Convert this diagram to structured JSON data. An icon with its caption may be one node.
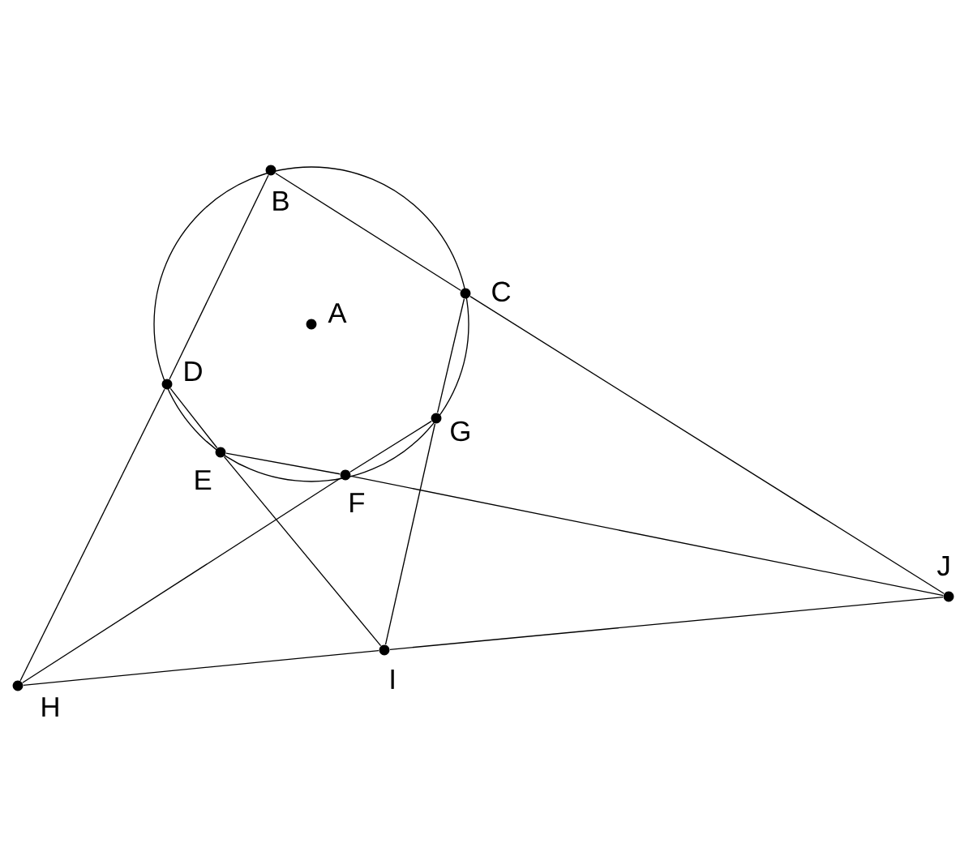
{
  "diagram": {
    "nodes": [
      {
        "text": [
          "A"
        ]
      },
      {
        "text": [
          "B"
        ]
      },
      {
        "text": [
          "C"
        ]
      },
      {
        "text": [
          "D"
        ]
      },
      {
        "text": [
          "E"
        ]
      },
      {
        "text": [
          "F"
        ]
      },
      {
        "text": [
          "G"
        ]
      },
      {
        "text": [
          "H"
        ]
      },
      {
        "text": [
          "I"
        ]
      },
      {
        "text": [
          "J"
        ]
      }
    ],
    "edges": [
      {
        "from": 1,
        "to": 2,
        "arrow": "none"
      },
      {
        "from": 2,
        "to": 9,
        "arrow": "none"
      },
      {
        "from": 2,
        "to": 6,
        "arrow": "none"
      },
      {
        "from": 6,
        "to": 8,
        "arrow": "none"
      },
      {
        "from": 6,
        "to": 5,
        "arrow": "none"
      },
      {
        "from": 5,
        "to": 7,
        "arrow": "none"
      },
      {
        "from": 5,
        "to": 4,
        "arrow": "none"
      },
      {
        "from": 5,
        "to": 9,
        "arrow": "none"
      },
      {
        "from": 4,
        "to": 3,
        "arrow": "none"
      },
      {
        "from": 4,
        "to": 8,
        "arrow": "none"
      },
      {
        "from": 3,
        "to": 1,
        "arrow": "none"
      },
      {
        "from": 3,
        "to": 7,
        "arrow": "none"
      },
      {
        "from": 7,
        "to": 8,
        "arrow": "none"
      },
      {
        "from": 8,
        "to": 9,
        "arrow": "none"
      }
    ]
  }
}
